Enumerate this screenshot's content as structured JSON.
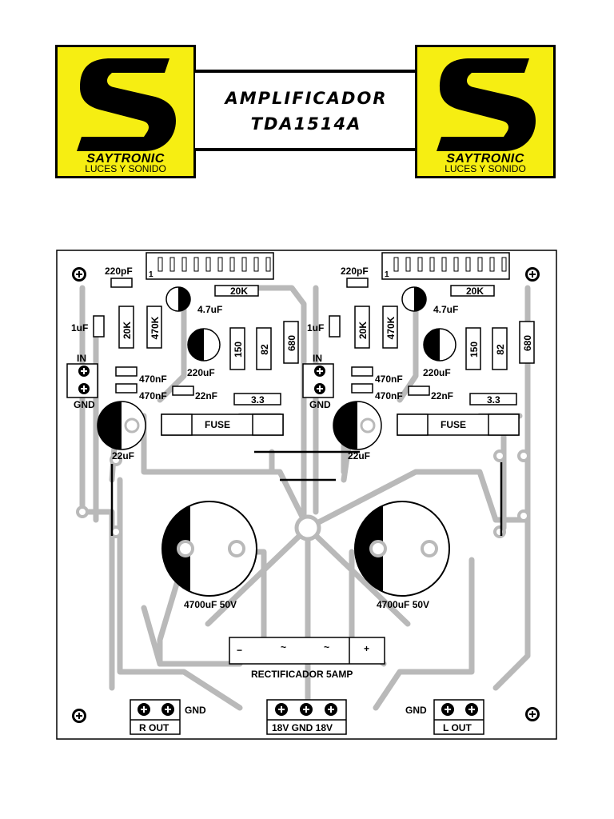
{
  "header": {
    "brand_name": "SAYTRONIC",
    "brand_tagline": "LUCES Y SONIDO",
    "title_line1": "AMPLIFICADOR",
    "title_line2": "TDA1514A"
  },
  "colors": {
    "logo_yellow": "#f6ee12",
    "trace_gray": "#b9b9b9",
    "ink": "#000000"
  },
  "channel": {
    "pin1": "1",
    "c_220pf": "220pF",
    "r_20k_top": "20K",
    "c_47uf": "4.7uF",
    "c_1uf": "1uF",
    "r_20k_vert": "20K",
    "r_470k": "470K",
    "r_150": "150",
    "r_82": "82",
    "r_680": "680",
    "in_label": "IN",
    "gnd_label": "GND",
    "c_220uf": "220uF",
    "c_470nf_1": "470nF",
    "c_470nf_2": "470nF",
    "c_22nf": "22nF",
    "r_3_3": "3.3",
    "fuse": "FUSE",
    "c_22uf": "22uF"
  },
  "power": {
    "cap_left": "4700uF 50V",
    "cap_right": "4700uF 50V",
    "rect_minus": "−",
    "rect_ac1": "~",
    "rect_ac2": "~",
    "rect_plus": "+",
    "rectifier_label": "RECTIFICADOR 5AMP"
  },
  "outputs": {
    "r_out": "R OUT",
    "supply": "18V GND 18V",
    "l_out": "L OUT",
    "gnd_left": "GND",
    "gnd_right": "GND"
  }
}
